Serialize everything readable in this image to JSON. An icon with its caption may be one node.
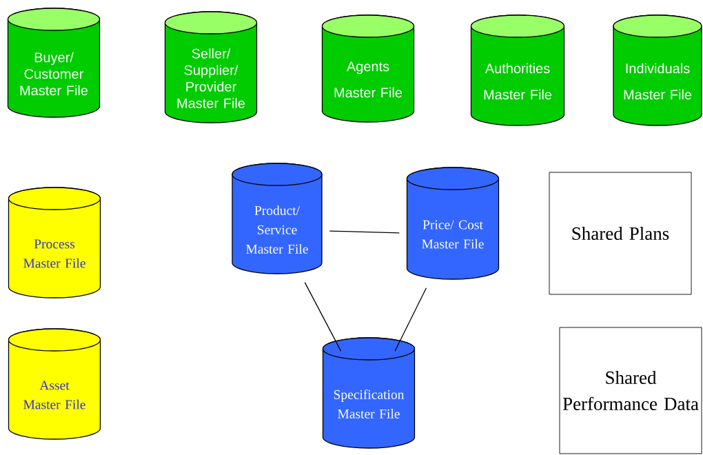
{
  "diagram": {
    "nodes": [
      {
        "text": [
          "Buyer/ Customer Master File"
        ]
      },
      {
        "text": [
          "Seller/ Supplier/ Provider Master File"
        ]
      },
      {
        "text": [
          "Agents",
          "Master File"
        ]
      },
      {
        "text": [
          "Authorities",
          "Master File"
        ]
      },
      {
        "text": [
          "Individuals",
          "Master File"
        ]
      },
      {
        "text": [
          "Process Master File"
        ]
      },
      {
        "text": [
          "Asset Master File"
        ]
      },
      {
        "text": [
          "Product/ Service Master File"
        ]
      },
      {
        "text": [
          "Price/ Cost Master File"
        ]
      },
      {
        "text": [
          "Specification Master File"
        ]
      },
      {
        "text": [
          "Shared Plans"
        ]
      },
      {
        "text": [
          "Shared Performance Data"
        ]
      }
    ],
    "edges": [
      {
        "from": 7,
        "to": 8,
        "arrow": "none"
      },
      {
        "from": 7,
        "to": 9,
        "arrow": "none"
      },
      {
        "from": 8,
        "to": 9,
        "arrow": "none"
      }
    ]
  }
}
